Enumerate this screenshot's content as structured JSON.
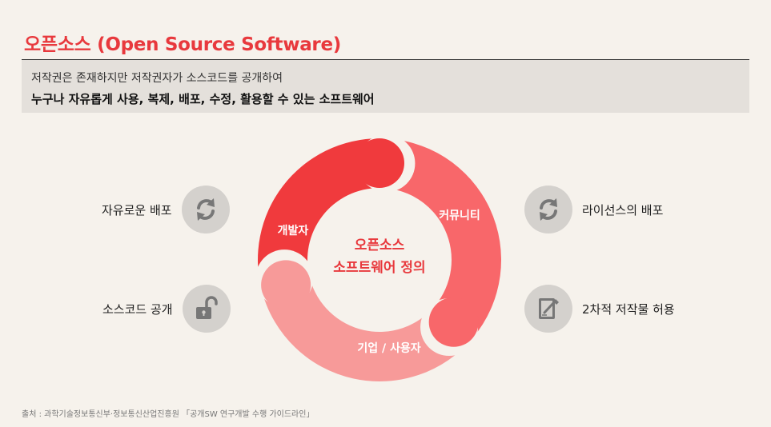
{
  "title": "오픈소스 (Open Source Software)",
  "definition": {
    "line1": "저작권은 존재하지만 저작권자가 소스코드를 공개하여",
    "line2": "누구나 자유롭게 사용, 복제, 배포, 수정, 활용할 수 있는 소프트웨어"
  },
  "diagram": {
    "segments": [
      "개발자",
      "커뮤니티",
      "기업 / 사용자"
    ],
    "center_line1": "오픈소스",
    "center_line2": "소프트웨어 정의",
    "colors": {
      "dev": "#f03a3d",
      "community": "#f8676a",
      "enterprise": "#f79a99",
      "center_text": "#e8393d"
    }
  },
  "features": {
    "free_distribution": {
      "label": "자유로운 배포",
      "icon": "refresh-icon"
    },
    "source_open": {
      "label": "소스코드 공개",
      "icon": "unlock-icon"
    },
    "license_distribution": {
      "label": "라이선스의 배포",
      "icon": "refresh-icon"
    },
    "derivative": {
      "label": "2차적 저작물 허용",
      "icon": "edit-document-icon"
    }
  },
  "source_note": "출처 : 과학기술정보통신부·정보통신산업진흥원 「공개SW 연구개발 수행 가이드라인」"
}
